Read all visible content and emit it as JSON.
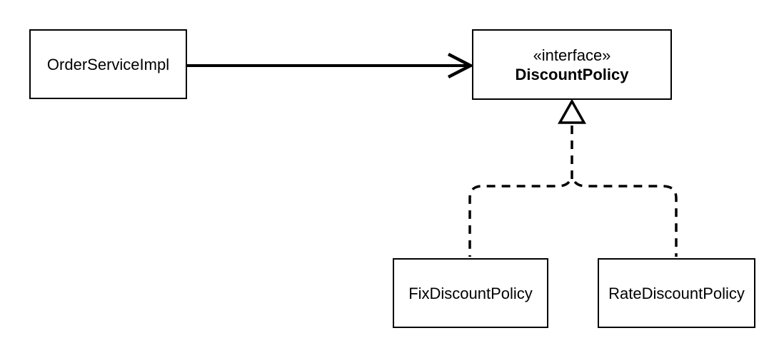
{
  "diagram": {
    "type": "uml-class-diagram",
    "colors": {
      "background": "#ffffff",
      "stroke": "#000000",
      "text": "#000000"
    },
    "nodes": {
      "order_service": {
        "label": "OrderServiceImpl"
      },
      "discount_policy": {
        "stereotype": "«interface»",
        "label": "DiscountPolicy"
      },
      "fix_policy": {
        "label": "FixDiscountPolicy"
      },
      "rate_policy": {
        "label": "RateDiscountPolicy"
      }
    },
    "edges": [
      {
        "from": "OrderServiceImpl",
        "to": "DiscountPolicy",
        "type": "dependency",
        "style": "solid-open-arrow"
      },
      {
        "from": "FixDiscountPolicy",
        "to": "DiscountPolicy",
        "type": "realization",
        "style": "dashed-hollow-triangle"
      },
      {
        "from": "RateDiscountPolicy",
        "to": "DiscountPolicy",
        "type": "realization",
        "style": "dashed-hollow-triangle"
      }
    ]
  }
}
